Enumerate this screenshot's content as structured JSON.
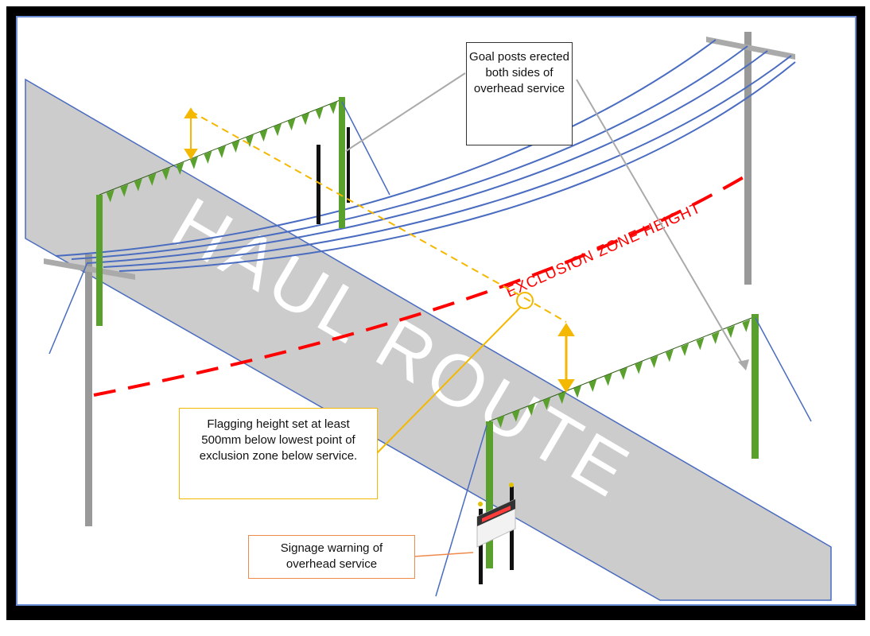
{
  "road_label": "HAUL ROUTE",
  "exclusion_label": "EXCLUSION ZONE HEIGHT",
  "callouts": {
    "goal_posts": "Goal posts erected both sides of overhead service",
    "flagging": "Flagging height set at least 500mm below lowest point of exclusion zone below service.",
    "signage": "Signage warning of overhead service"
  },
  "colors": {
    "frame": "#000000",
    "road": "#cccccc",
    "line": "#4a6cc0",
    "pole": "#5aa02c",
    "exclusion": "#ff0000",
    "dimension": "#f5b800",
    "signage_box": "#f08a4b"
  }
}
